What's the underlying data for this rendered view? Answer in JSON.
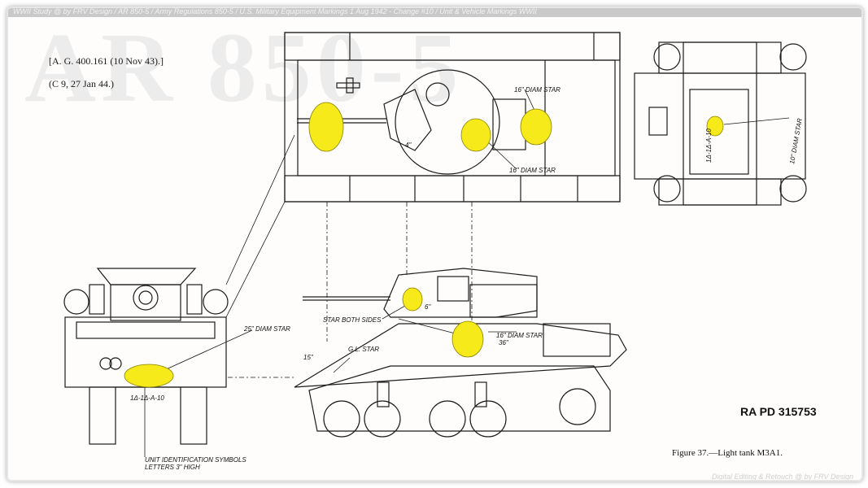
{
  "watermark": {
    "header": "WWII Study @ by FRV Design / AR 850-5 / Army Regulations 850-5 / U.S. Military Equipment Markings 1 Aug 1942 - Change #10 / Unit & Vehicle Markings WWII",
    "big": "AR 850-5",
    "footer": "Digital Editing & Retouch @ by FRV Design"
  },
  "references": {
    "line1": "[A. G. 400.161 (10 Nov 43).]",
    "line2": "(C 9, 27 Jan 44.)"
  },
  "labels": {
    "turret_star": "16\" DIAM STAR",
    "hull_top_star": "16\" DIAM STAR",
    "rear_star": "10\" DIAM STAR",
    "rear_id": "1Δ-1Δ-A-10",
    "turret_dim": "4\"",
    "front_star": "25\" DIAM STAR",
    "star_both_sides": "STAR BOTH SIDES",
    "side_star": "16\" DIAM STAR",
    "side_dim_36": "36\"",
    "side_dim_6": "6\"",
    "gl_star": "G.L. STAR",
    "angle": "15\"",
    "front_id": "1Δ-1Δ-A-10",
    "unit_id_1": "UNIT IDENTIFICATION SYMBOLS",
    "unit_id_2": "LETTERS 3\" HIGH"
  },
  "ra_pd": "RA PD 315753",
  "caption": "Figure 37.—Light tank M3A1.",
  "colors": {
    "star_fill": "#f7ea1a",
    "ink": "#1c1c1c"
  }
}
